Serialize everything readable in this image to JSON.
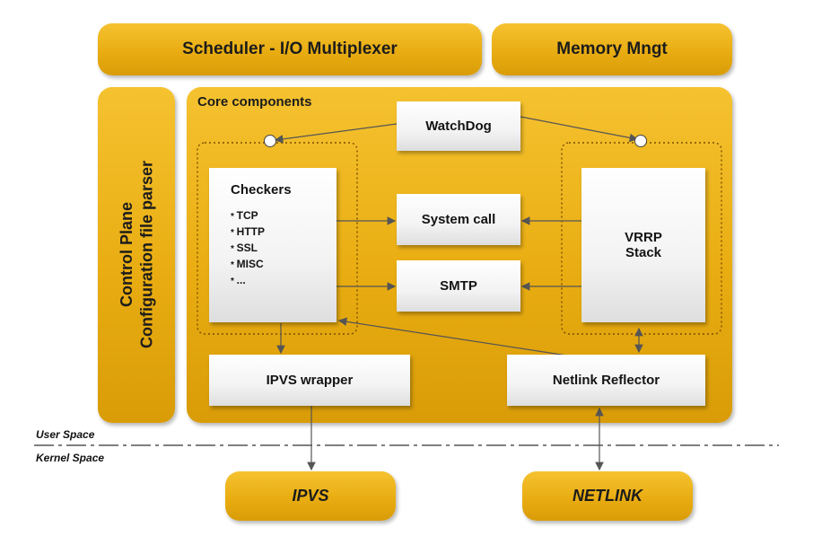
{
  "header": {
    "scheduler": "Scheduler - I/O Multiplexer",
    "memory": "Memory Mngt"
  },
  "control_plane": {
    "line1": "Control Plane",
    "line2": "Configuration file parser"
  },
  "core": {
    "title": "Core components",
    "watchdog": "WatchDog",
    "checkers": {
      "title": "Checkers",
      "items": [
        "TCP",
        "HTTP",
        "SSL",
        "MISC",
        "..."
      ]
    },
    "system_call": "System call",
    "smtp": "SMTP",
    "vrrp": {
      "line1": "VRRP",
      "line2": "Stack"
    },
    "ipvs_wrapper": "IPVS wrapper",
    "netlink_reflector": "Netlink Reflector"
  },
  "spaces": {
    "user": "User Space",
    "kernel": "Kernel Space"
  },
  "kernel": {
    "ipvs": "IPVS",
    "netlink": "NETLINK"
  },
  "colors": {
    "gold": "#e9ad12",
    "box": "#f3f3f3",
    "line": "#555555"
  }
}
